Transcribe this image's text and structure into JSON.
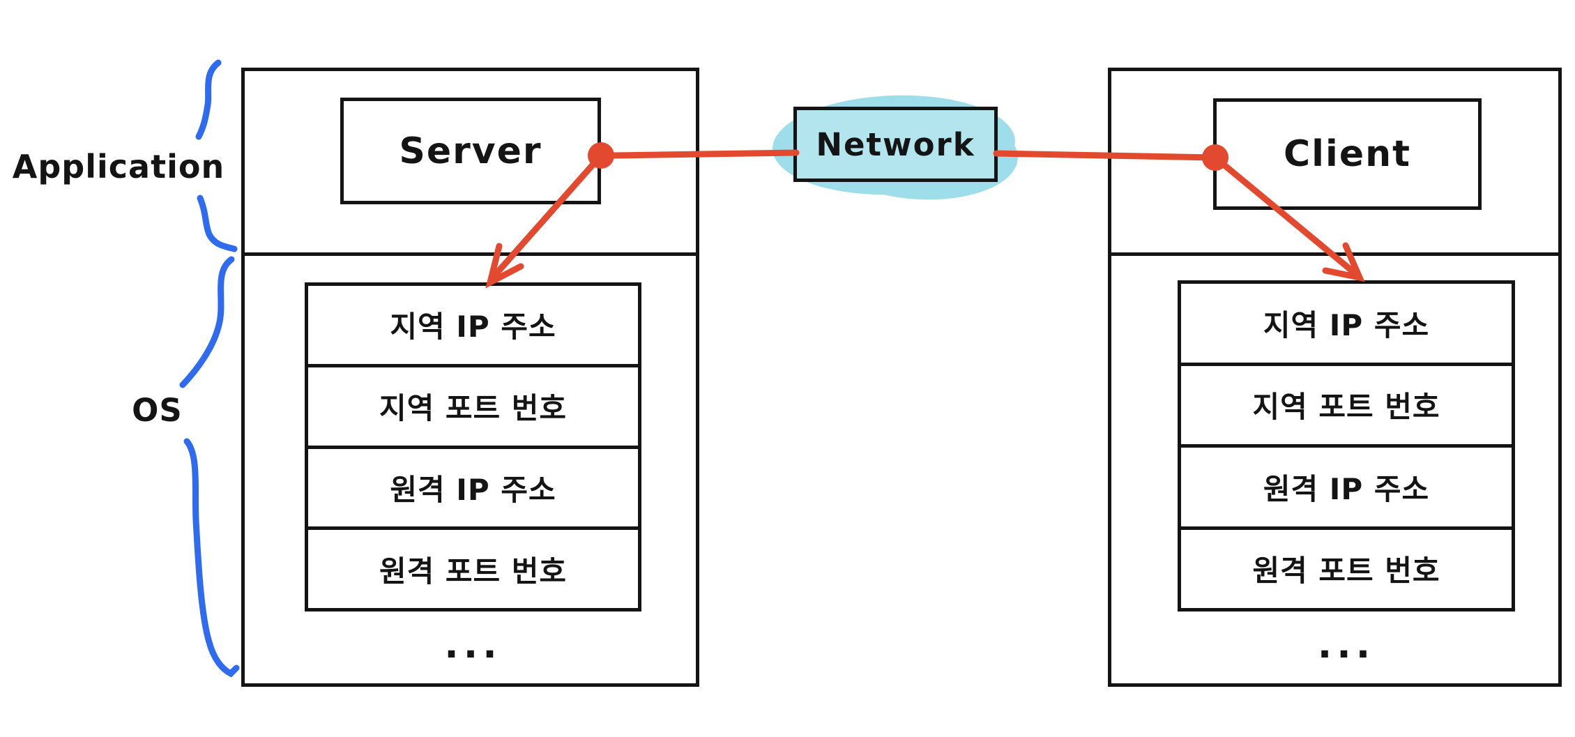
{
  "diagram": {
    "side_labels": {
      "application": "Application",
      "os": "OS"
    },
    "server": {
      "title": "Server"
    },
    "client": {
      "title": "Client"
    },
    "network": {
      "title": "Network"
    },
    "os_table": {
      "rows": [
        "지역 IP 주소",
        "지역 포트 번호",
        "원격 IP 주소",
        "원격 포트 번호"
      ],
      "more": "..."
    },
    "colors": {
      "connector_red": "#E2492F",
      "brace_blue": "#2F6BEE",
      "network_fill": "#B3E5EF",
      "network_halo": "#9EDEEA",
      "outline": "#141414"
    }
  }
}
